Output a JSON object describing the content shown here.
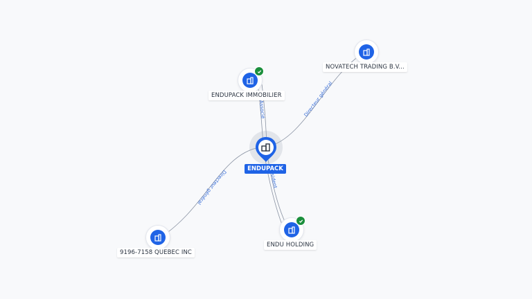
{
  "nodes": {
    "main": {
      "label": "ENDUPACK",
      "icon": "building-icon",
      "verified": true
    },
    "immobilier": {
      "label": "ENDUPACK IMMOBILIER",
      "icon": "building-icon",
      "verified": true
    },
    "novatech": {
      "label": "NOVATECH TRADING B.V...",
      "icon": "building-icon",
      "verified": false
    },
    "quebec": {
      "label": "9196-7158 QUEBEC INC",
      "icon": "building-icon",
      "verified": false
    },
    "holding": {
      "label": "ENDU HOLDING",
      "icon": "building-icon",
      "verified": true
    }
  },
  "edges": {
    "immobilier": {
      "label": "Associé"
    },
    "novatech": {
      "label": "Directeur général"
    },
    "quebec": {
      "label": "Directeur général"
    },
    "holding": {
      "label": "Président"
    }
  },
  "colors": {
    "accent": "#1f63e6",
    "verified": "#1b8f3c",
    "edge": "#8a93a3",
    "edge_label": "#3a6fd8"
  }
}
